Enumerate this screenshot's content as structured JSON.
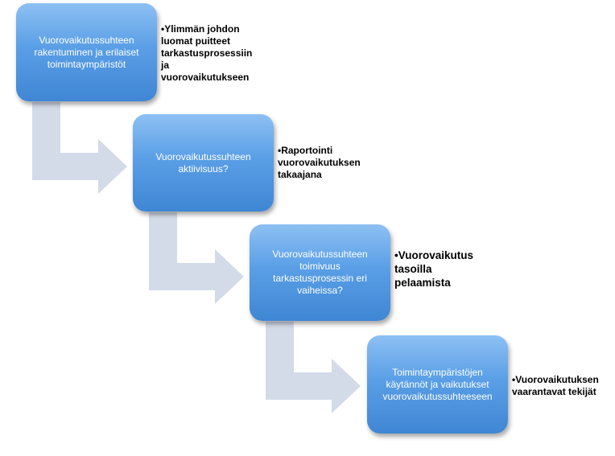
{
  "steps": [
    {
      "title": "Vuorovaikutussuhteen\nrakentuminen ja erilaiset\ntoimintaympäristöt",
      "note": "•Ylimmän johdon\n luomat puitteet\n tarkastusprosessiin\n ja\n vuorovaikutukseen"
    },
    {
      "title": "Vuorovaikutussuhteen\naktiivisuus?",
      "note": "•Raportointi\n vuorovaikutuksen\n takaajana"
    },
    {
      "title": "Vuorovaikutussuhteen\ntoimivuus\ntarkastusprosessin eri\nvaiheissa?",
      "note": "•Vuorovaikutus\n tasoilla\n pelaamista"
    },
    {
      "title": "Toimintaympäristöjen\nkäytännöt ja vaikutukset\nvuorovaikutussuhteeseen",
      "note": "•Vuorovaikutuksen\n vaarantavat tekijät"
    }
  ],
  "colors": {
    "box_top": "#8dc0f3",
    "box_bottom": "#3f86d4",
    "arrow": "#d3dbe9",
    "text_box": "#ffffff",
    "text_note": "#000000"
  }
}
